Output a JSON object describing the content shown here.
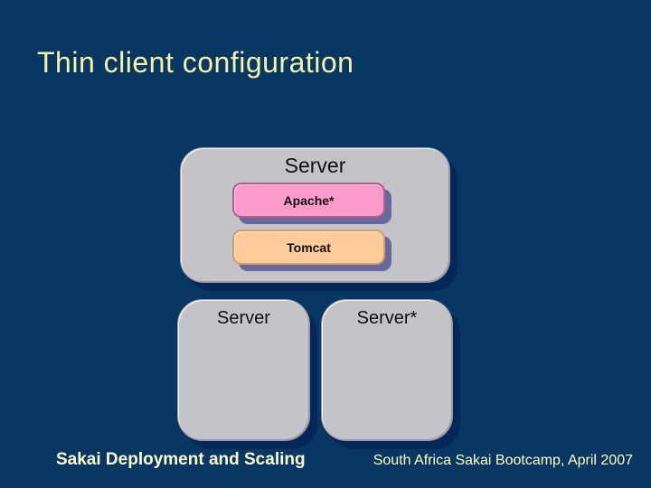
{
  "slide": {
    "title": "Thin client configuration",
    "footer": {
      "left": "Sakai Deployment and Scaling",
      "right": "South Africa Sakai Bootcamp, April 2007"
    }
  },
  "diagram": {
    "server_group": {
      "label": "Server",
      "components": [
        {
          "label": "Apache*",
          "fill": "#FB9BCA",
          "border": "#B45E90"
        },
        {
          "label": "Tomcat",
          "fill": "#FFCB9B",
          "border": "#CF9E6D"
        }
      ]
    },
    "standalone_servers": [
      {
        "label": "Server"
      },
      {
        "label": "Server*"
      }
    ]
  },
  "colors": {
    "background": "#083763",
    "gray_box_fill": "#C4C4C8",
    "gray_box_shadow": "#04275A",
    "component_shadow": "#68689D",
    "title_text": "#F3F3A6",
    "footer_text": "#FFFFD0",
    "box_text": "#111111"
  }
}
